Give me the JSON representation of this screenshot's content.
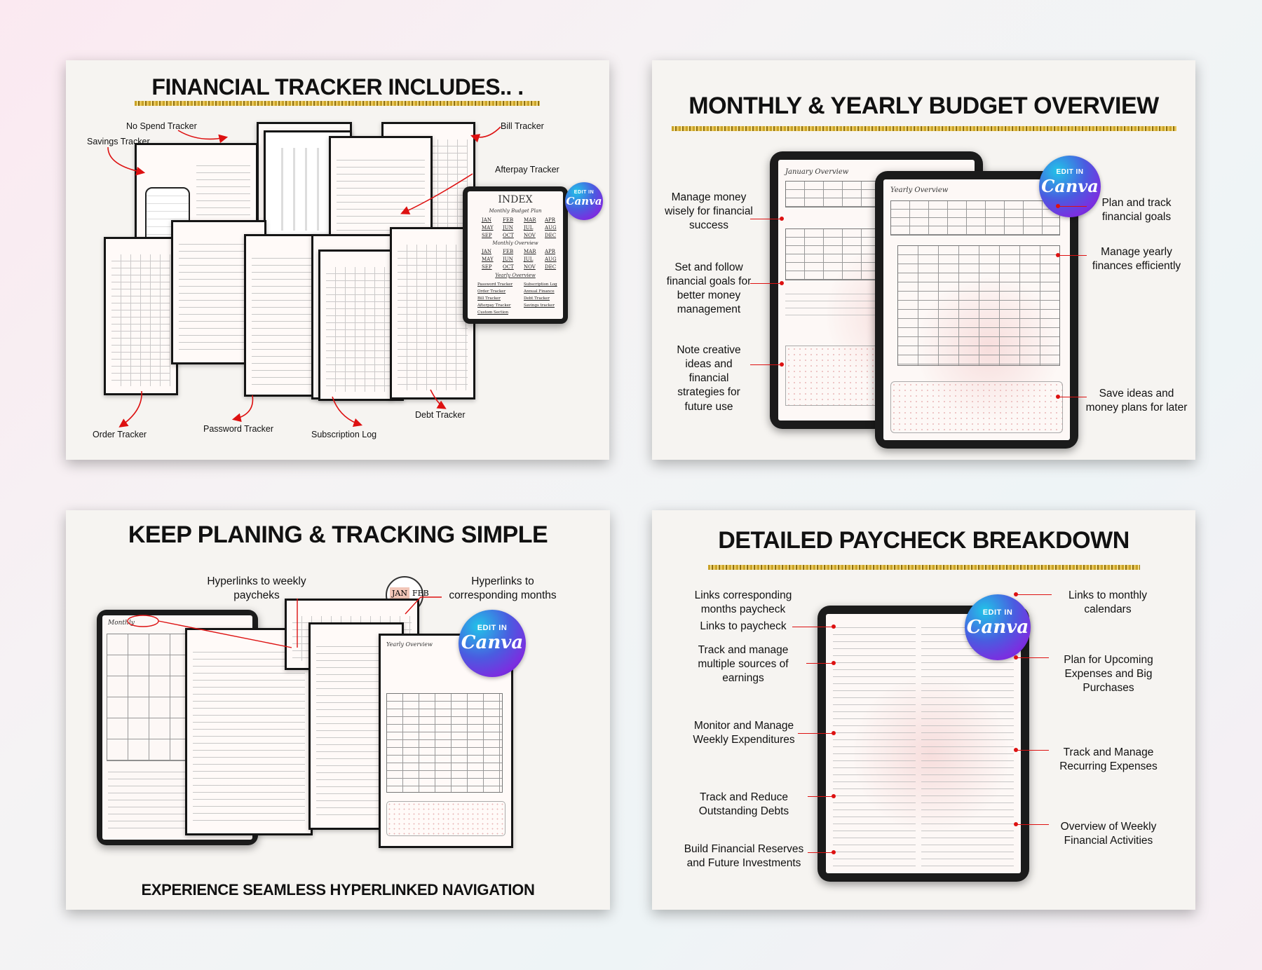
{
  "panel1": {
    "title": "FINANCIAL TRACKER INCLUDES.. .",
    "labels": {
      "no_spend": "No Spend Tracker",
      "savings": "Savings Tracker",
      "bill": "Bill Tracker",
      "afterpay": "Afterpay Tracker",
      "order": "Order Tracker",
      "password": "Password Tracker",
      "subscription": "Subscription Log",
      "debt": "Debt Tracker"
    },
    "index": {
      "title": "INDEX",
      "budget_plan": "Monthly Budget Plan",
      "overview": "Monthly Overview",
      "yearly": "Yearly Overview",
      "months": [
        "JAN",
        "FEB",
        "MAR",
        "APR",
        "MAY",
        "JUN",
        "JUL",
        "AUG",
        "SEP",
        "OCT",
        "NOV",
        "DEC"
      ],
      "links": [
        "Password Tracker",
        "Subscription Log",
        "Order Tracker",
        "Annual Finance",
        "Bill Tracker",
        "Debt Tracker",
        "Afterpay Tracker",
        "Savings tracker",
        "Custom Section"
      ]
    },
    "canva_badge": {
      "edit": "EDIT IN",
      "brand": "Canva"
    }
  },
  "panel2": {
    "title": "MONTHLY & YEARLY BUDGET OVERVIEW",
    "left_labels": [
      "Manage money wisely for financial success",
      "Set and follow financial goals for better money management",
      "Note creative ideas and financial strategies for future use"
    ],
    "right_labels": [
      "Plan and track financial goals",
      "Manage yearly finances efficiently",
      "Save ideas and money plans for later"
    ],
    "jan_title": "January Overview",
    "yearly_title": "Yearly Overview",
    "canva_badge": {
      "edit": "EDIT IN",
      "brand": "Canva"
    }
  },
  "panel3": {
    "title": "KEEP PLANING & TRACKING SIMPLE",
    "label_weekly": "Hyperlinks to weekly paycheks",
    "label_months": "Hyperlinks to corresponding months",
    "zoom": {
      "jan": "JAN",
      "feb": "FEB"
    },
    "monthly_title": "Monthly",
    "footer": "EXPERIENCE SEAMLESS HYPERLINKED NAVIGATION",
    "canva_badge": {
      "edit": "EDIT IN",
      "brand": "Canva"
    }
  },
  "panel4": {
    "title": "DETAILED PAYCHECK BREAKDOWN",
    "left_labels": {
      "links_months": "Links corresponding months paycheck",
      "links_paycheck": "Links to paycheck",
      "track_sources": "Track and manage multiple sources of earnings",
      "monitor": "Monitor and Manage Weekly Expenditures",
      "debts": "Track and Reduce Outstanding Debts",
      "reserves": "Build Financial Reserves and Future Investments"
    },
    "right_labels": {
      "links_monthly": "Links to monthly calendars",
      "plan": "Plan for Upcoming Expenses and Big Purchases",
      "recurring": "Track and Manage Recurring Expenses",
      "overview": "Overview of Weekly Financial Activities"
    },
    "canva_badge": {
      "edit": "EDIT IN",
      "brand": "Canva"
    }
  }
}
